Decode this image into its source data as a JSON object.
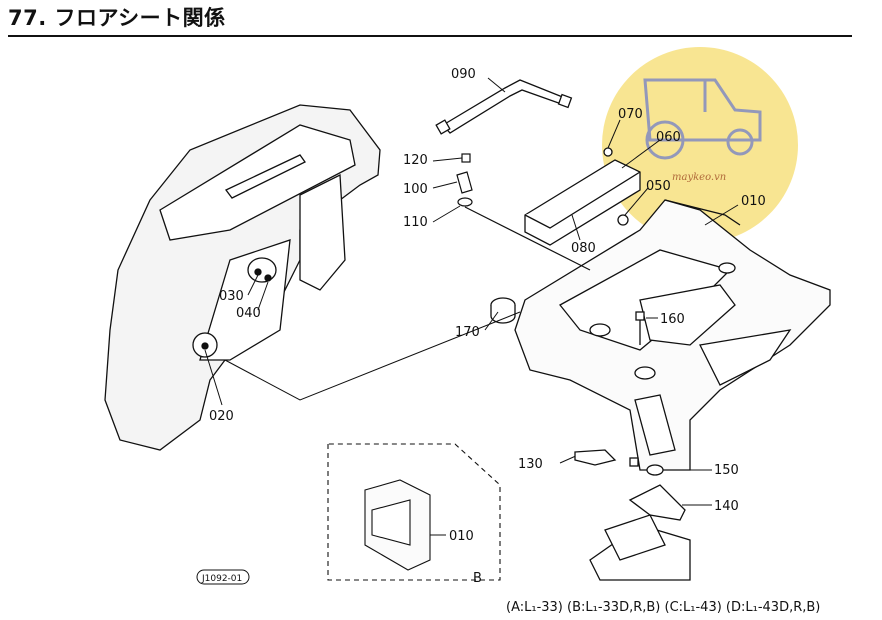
{
  "title": "77. フロアシート関係",
  "parts": {
    "p090": "090",
    "p070": "070",
    "p060": "060",
    "p050": "050",
    "p010": "010",
    "p120": "120",
    "p100": "100",
    "p110": "110",
    "p080": "080",
    "p030": "030",
    "p040": "040",
    "p020": "020",
    "p170": "170",
    "p160": "160",
    "p130": "130",
    "p150": "150",
    "p140": "140",
    "p010b": "010"
  },
  "inset_label": "B",
  "drawing_code": "J1092-01",
  "watermark": {
    "text": "maykeo.vn",
    "color": "#f5dc6e"
  },
  "footer": "(A:L₁-33)  (B:L₁-33D,R,B)  (C:L₁-43)  (D:L₁-43D,R,B)"
}
